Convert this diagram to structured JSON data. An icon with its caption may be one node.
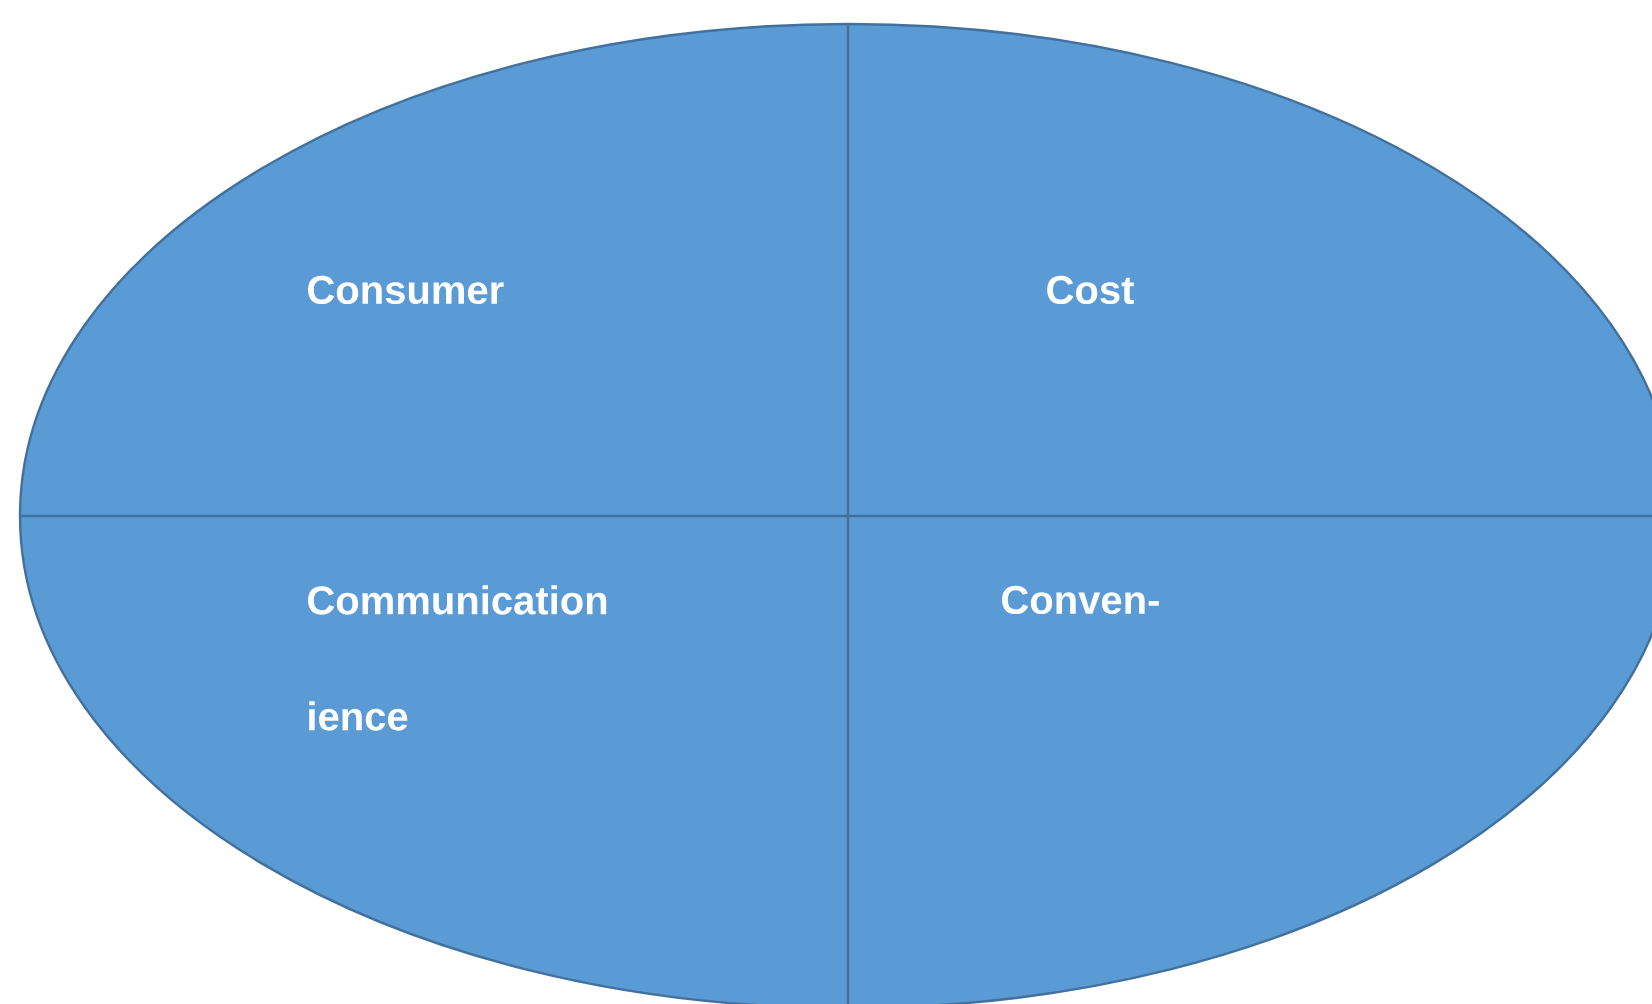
{
  "diagram": {
    "nodes": [
      {
        "text": [
          "Consumer",
          "Cost",
          "Communication",
          "Conven-",
          "ience"
        ]
      }
    ]
  }
}
